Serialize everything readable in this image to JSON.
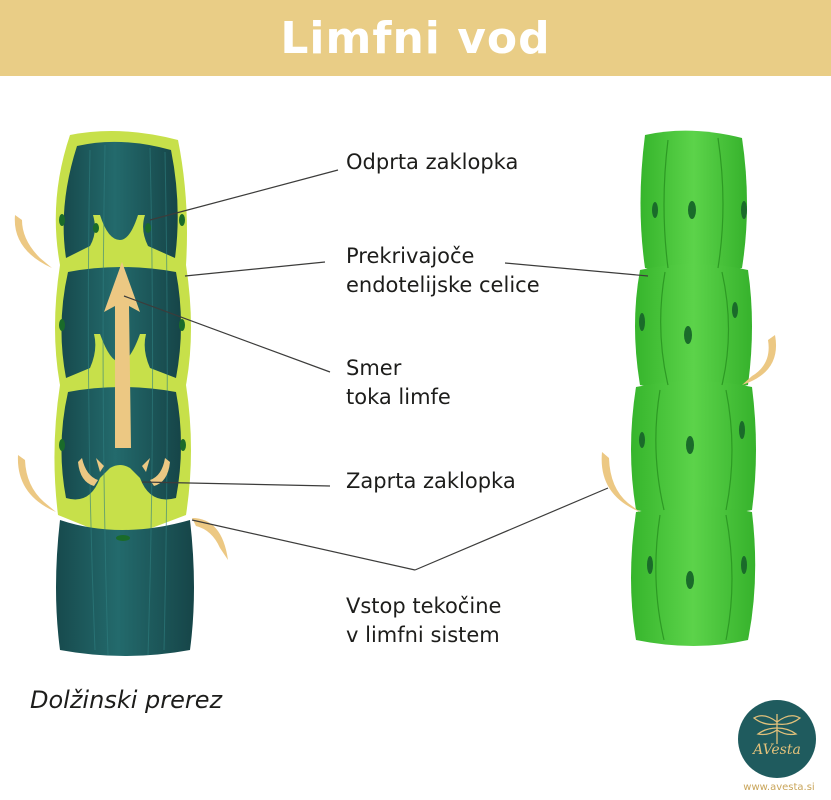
{
  "title": "Limfni vod",
  "labels": {
    "open_valve": "Odprta zaklopka",
    "endothelial_1": "Prekrivajoče",
    "endothelial_2": "endotelijske celice",
    "flow_1": "Smer",
    "flow_2": "toka limfe",
    "closed_valve": "Zaprta zaklopka",
    "fluid_1": "Vstop tekočine",
    "fluid_2": "v limfni sistem"
  },
  "caption": "Dolžinski prerez",
  "logo": {
    "brand": "AVesta",
    "url": "www.avesta.si"
  },
  "colors": {
    "banner": "#e9cd86",
    "vessel_dark": "#1f5b5e",
    "cell_edge": "#c7e04a",
    "vessel_green": "#4cc63a",
    "arrow": "#ecc883",
    "nucleus": "#1a6b2a"
  }
}
